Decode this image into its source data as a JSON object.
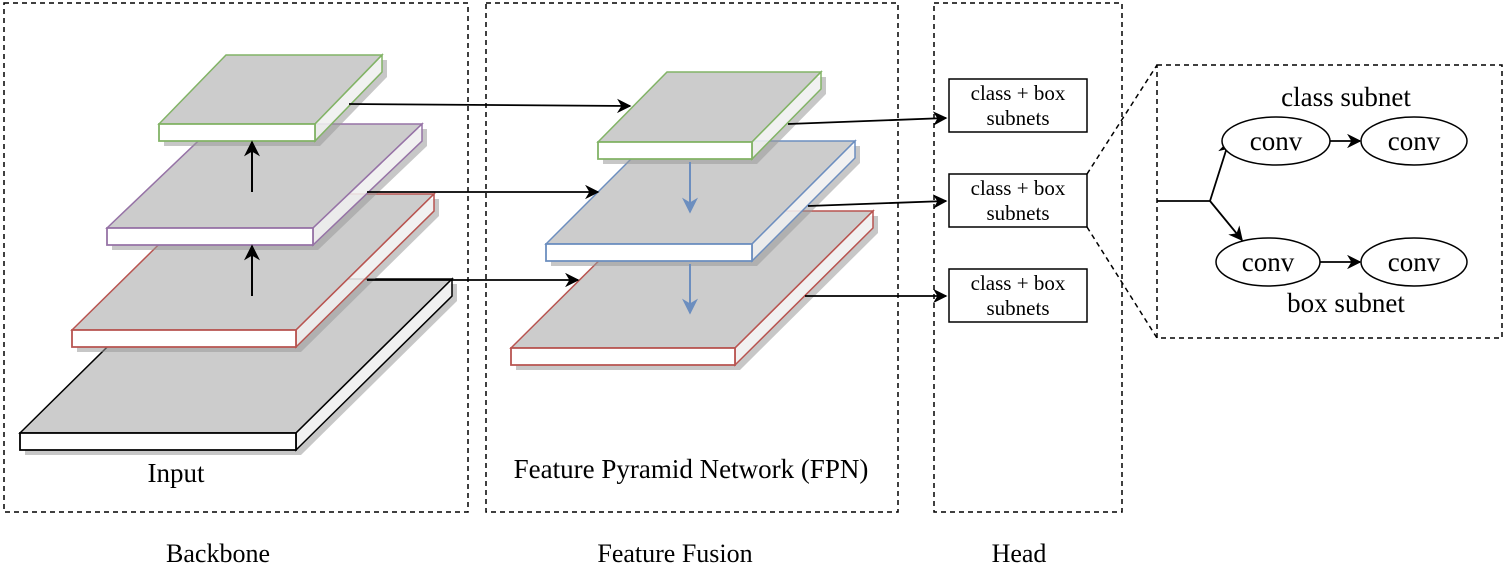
{
  "sections": {
    "backbone": {
      "inner_label": "Input",
      "caption": "Backbone"
    },
    "fusion": {
      "inner_label": "Feature Pyramid Network (FPN)",
      "caption": "Feature Fusion"
    },
    "head": {
      "caption": "Head"
    }
  },
  "head_boxes": [
    {
      "line1": "class + box",
      "line2": "subnets"
    },
    {
      "line1": "class + box",
      "line2": "subnets"
    },
    {
      "line1": "class + box",
      "line2": "subnets"
    }
  ],
  "detail": {
    "class_subnet_label": "class subnet",
    "box_subnet_label": "box subnet",
    "nodes": [
      "conv",
      "conv",
      "conv",
      "conv"
    ]
  },
  "colors": {
    "slab_top": "#cccccc",
    "green": "#82b366",
    "purple": "#9673a6",
    "red": "#b85450",
    "blue": "#6c8ebf",
    "black": "#000000",
    "shadow": "#999999"
  }
}
